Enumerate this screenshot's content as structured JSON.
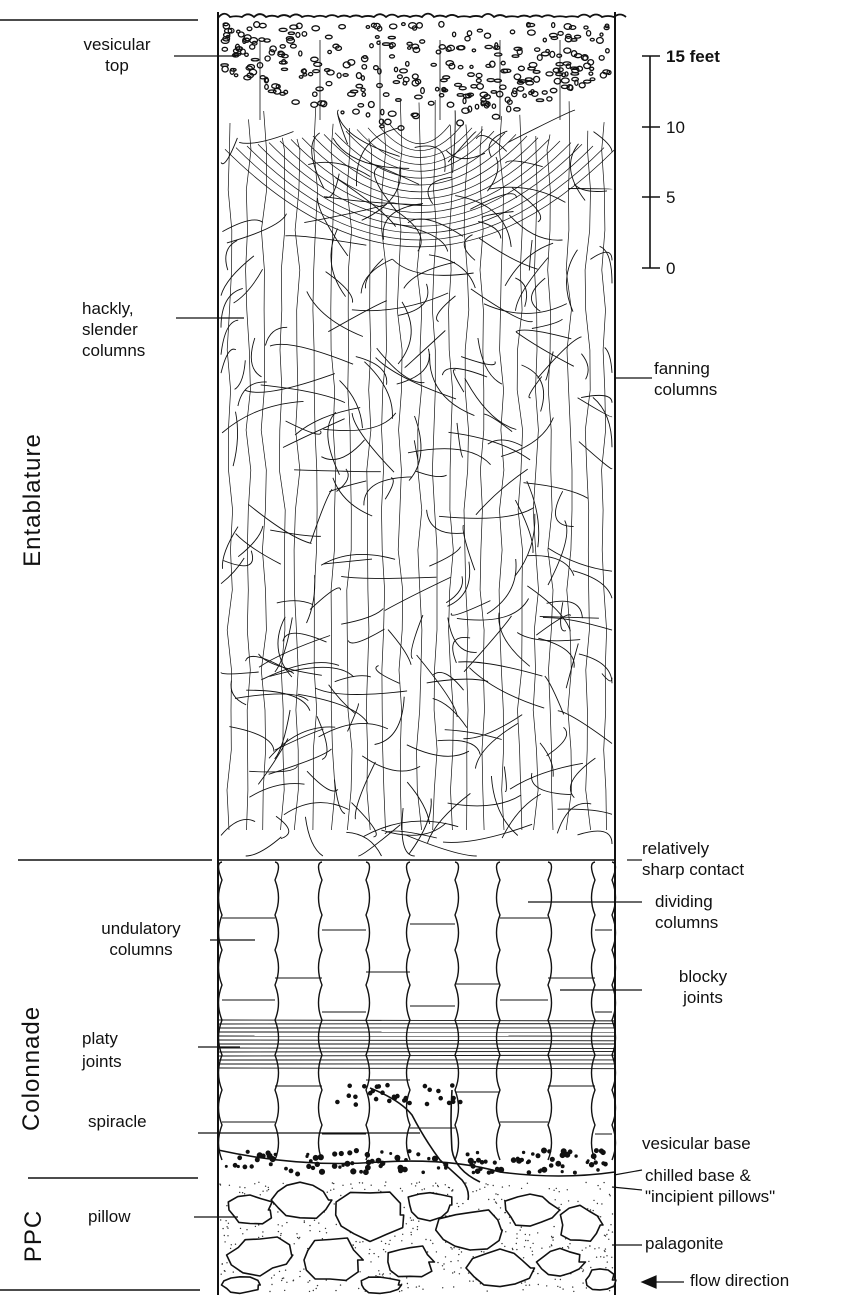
{
  "sections": {
    "entablature": "Entablature",
    "colonnade": "Colonnade",
    "ppc": "PPC"
  },
  "labels_left": {
    "vesicular_top": "vesicular\ntop",
    "hackly": "hackly,\nslender\ncolumns",
    "undulatory": "undulatory\ncolumns",
    "platy": "platy\njoints",
    "spiracle": "spiracle",
    "pillow": "pillow"
  },
  "labels_right": {
    "fanning": "fanning\ncolumns",
    "contact": "relatively\nsharp contact",
    "dividing": "dividing\ncolumns",
    "blocky": "blocky\njoints",
    "vesicular_base": "vesicular base",
    "chilled": "chilled base &\n\"incipient pillows\"",
    "palagonite": "palagonite",
    "flow": "flow direction"
  },
  "scale": {
    "ticks": [
      "15 feet",
      "10",
      "5",
      "0"
    ]
  }
}
